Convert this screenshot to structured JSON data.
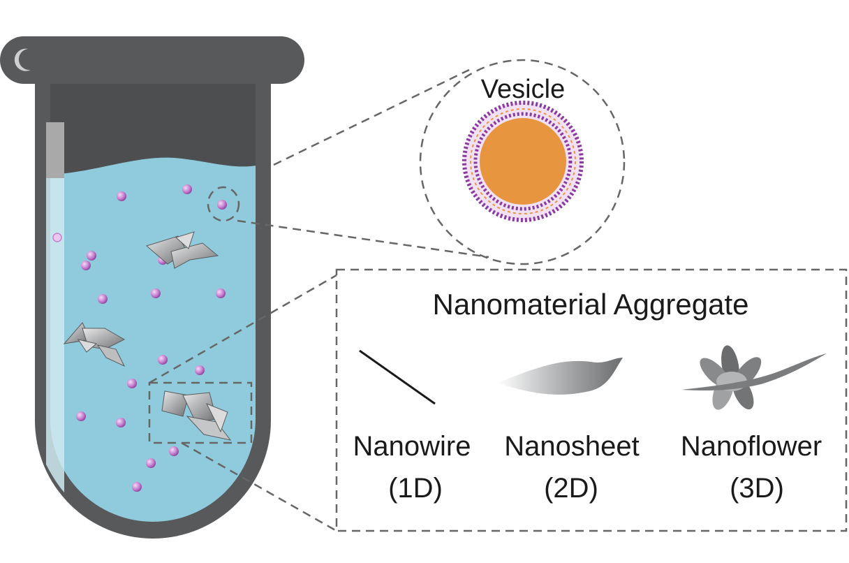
{
  "labels": {
    "vesicle": "Vesicle",
    "aggregate_title": "Nanomaterial Aggregate"
  },
  "nanomaterials": [
    {
      "name": "Nanowire",
      "dimension": "(1D)"
    },
    {
      "name": "Nanosheet",
      "dimension": "(2D)"
    },
    {
      "name": "Nanoflower",
      "dimension": "(3D)"
    }
  ],
  "colors": {
    "tube": "#58595b",
    "liquid": "#8fcbdc",
    "vesicle_core": "#e8953f",
    "vesicle_membrane": "#8a3aa0",
    "particle": "#c57fcf",
    "dashed_line": "#666666"
  }
}
